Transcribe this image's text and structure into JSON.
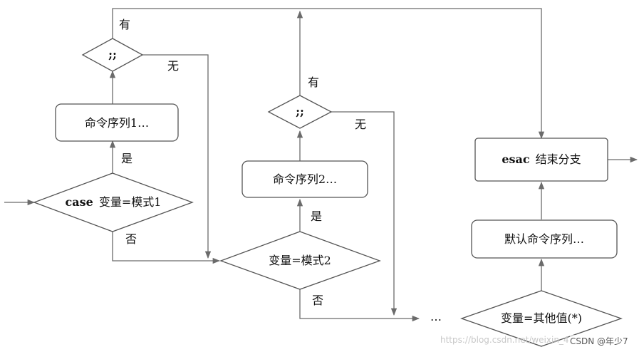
{
  "diagram": {
    "nodes": {
      "d1": {
        "label_kw": "case",
        "label": "变量=模式1"
      },
      "d2": {
        "label": "变量=模式2"
      },
      "d3": {
        "label": "变量=其他值(*)"
      },
      "s1": {
        "label": ";;"
      },
      "s2": {
        "label": ";;"
      },
      "c1": {
        "label": "命令序列1…"
      },
      "c2": {
        "label": "命令序列2…"
      },
      "c3": {
        "label": "默认命令序列…"
      },
      "esac": {
        "label_kw": "esac",
        "label": "结束分支"
      },
      "more": {
        "label": "…"
      }
    },
    "edge_labels": {
      "d1_yes": "是",
      "d1_no": "否",
      "d2_yes": "是",
      "d2_no": "否",
      "s1_yes": "有",
      "s1_no": "无",
      "s2_yes": "有",
      "s2_no": "无"
    }
  },
  "watermark": {
    "url": "https://blog.csdn.net/weixin_4",
    "credit": "CSDN @年少7"
  },
  "colors": {
    "line": "#6b6b6b",
    "shape_stroke": "#555555",
    "text": "#111111"
  }
}
